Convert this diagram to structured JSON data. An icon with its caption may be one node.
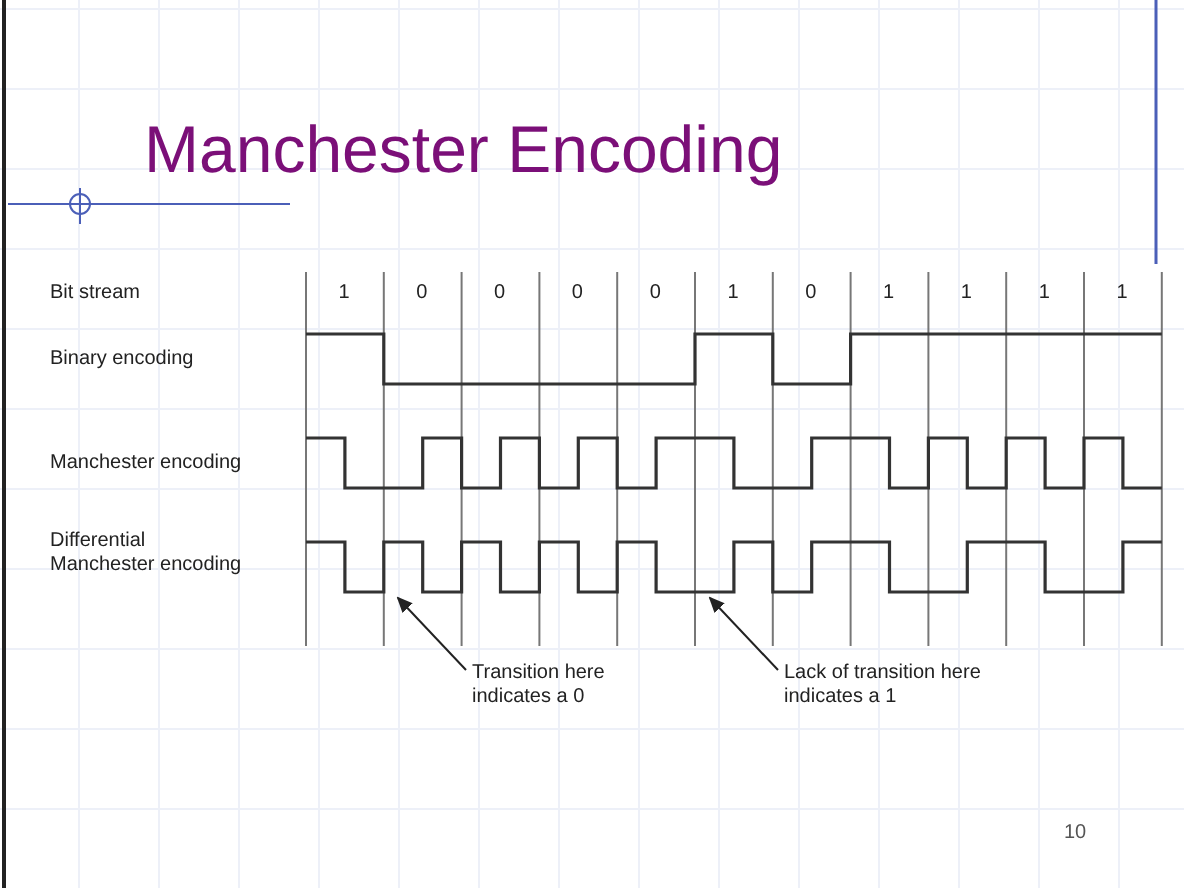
{
  "diagram": {
    "title": "Manchester Encoding",
    "nodes": [
      {
        "text": [
          "Transition here indicates a 0"
        ]
      },
      {
        "text": [
          "Lack of transition here indicates a 1"
        ]
      }
    ],
    "edges": [
      {
        "from": 0,
        "to": null,
        "arrow": "to"
      },
      {
        "from": 1,
        "to": null,
        "arrow": "to"
      }
    ],
    "labels": [
      "Bit stream",
      "1",
      "0",
      "0",
      "0",
      "0",
      "1",
      "0",
      "1",
      "1",
      "1",
      "1",
      "Binary encoding",
      "Manchester encoding",
      "Differential Manchester encoding",
      "10"
    ]
  }
}
